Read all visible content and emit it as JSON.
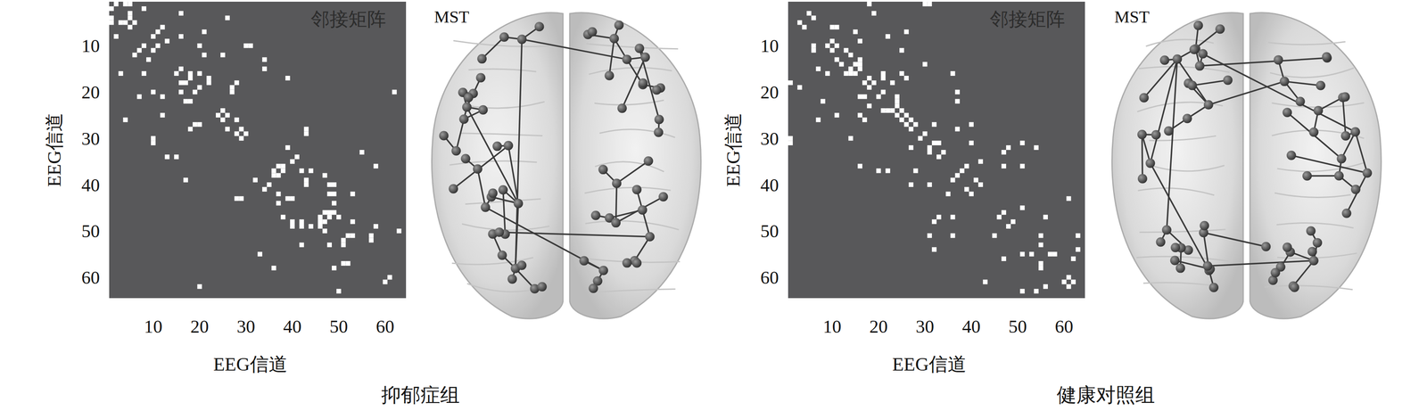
{
  "diagram": {
    "labels": [
      "邻接矩阵",
      "MST",
      "10",
      "20",
      "30",
      "40",
      "50",
      "60",
      "EEG信道",
      "10",
      "20",
      "30",
      "40",
      "50",
      "60",
      "EEG信道",
      "抑郁症组",
      "邻接矩阵",
      "MST",
      "10",
      "20",
      "30",
      "40",
      "50",
      "60",
      "EEG信道",
      "10",
      "20",
      "30",
      "40",
      "50",
      "60",
      "EEG信道",
      "健康对照组"
    ]
  }
}
